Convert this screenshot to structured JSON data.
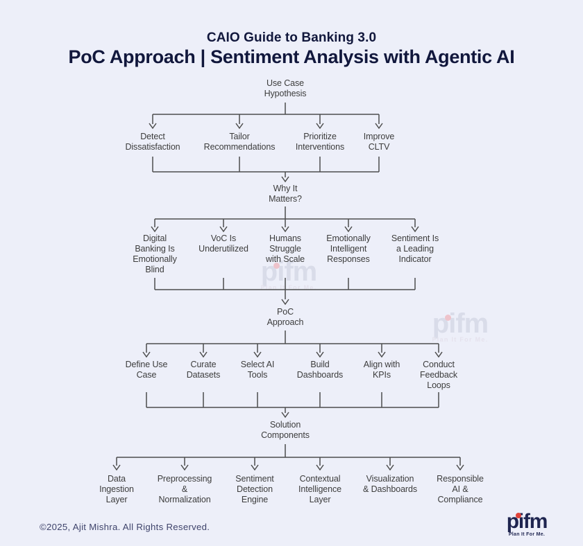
{
  "header": {
    "subtitle": "CAIO Guide to Banking 3.0",
    "title": "PoC Approach | Sentiment Analysis with Agentic AI"
  },
  "flowchart": {
    "levels": [
      {
        "hub": "Use Case\nHypothesis",
        "children": [
          "Detect\nDissatisfaction",
          "Tailor\nRecommendations",
          "Prioritize\nInterventions",
          "Improve\nCLTV"
        ]
      },
      {
        "hub": "Why It\nMatters?",
        "children": [
          "Digital\nBanking Is\nEmotionally\nBlind",
          "VoC Is\nUnderutilized",
          "Humans\nStruggle\nwith Scale",
          "Emotionally\nIntelligent\nResponses",
          "Sentiment Is\na Leading\nIndicator"
        ]
      },
      {
        "hub": "PoC\nApproach",
        "children": [
          "Define Use\nCase",
          "Curate\nDatasets",
          "Select AI\nTools",
          "Build\nDashboards",
          "Align with\nKPIs",
          "Conduct\nFeedback\nLoops"
        ]
      },
      {
        "hub": "Solution\nComponents",
        "children": [
          "Data\nIngestion\nLayer",
          "Preprocessing\n&\nNormalization",
          "Sentiment\nDetection\nEngine",
          "Contextual\nIntelligence\nLayer",
          "Visualization\n& Dashboards",
          "Responsible\nAI &\nCompliance"
        ]
      }
    ]
  },
  "watermark": {
    "logo_text": "pifm",
    "tagline": "Plan It For Me."
  },
  "brand": {
    "logo_text": "pifm",
    "tagline": "Plan It For Me."
  },
  "footer": {
    "copyright": "©2025, Ajit Mishra. All Rights Reserved."
  },
  "colors": {
    "background": "#EDEFF9",
    "title_text": "#11173C",
    "label_text": "#3C3C3C",
    "line": "#4D4D4D",
    "copyright_text": "#3E436B",
    "logo_navy": "#1F2550",
    "logo_dot_red": "#E0433A",
    "watermark_text": "#D9DCE9",
    "watermark_tagline": "#E5E2ED",
    "watermark_dot": "#EEC3CB"
  }
}
